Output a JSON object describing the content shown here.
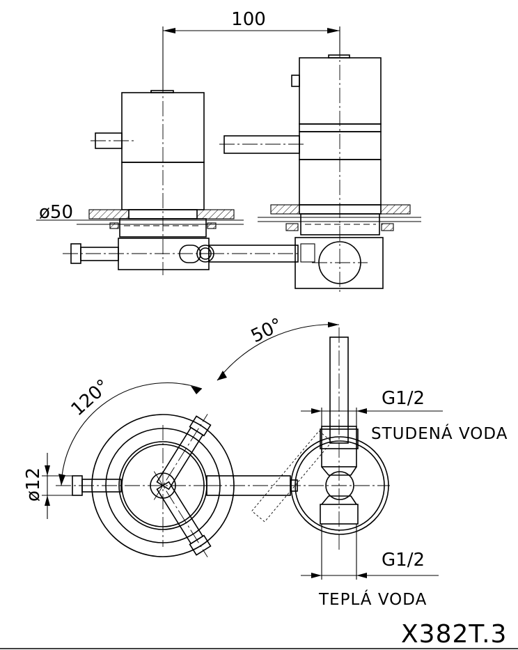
{
  "dimensions": {
    "spacing": "100",
    "flange_diameter": "ø50",
    "spout_angle": "50°",
    "handle_angle": "120°",
    "hose_diameter": "ø12",
    "thread_cold": "G1/2",
    "thread_hot": "G1/2"
  },
  "labels": {
    "cold_water": "STUDENÁ VODA",
    "hot_water": "TEPLÁ VODA"
  },
  "product_code": "X382T.3"
}
